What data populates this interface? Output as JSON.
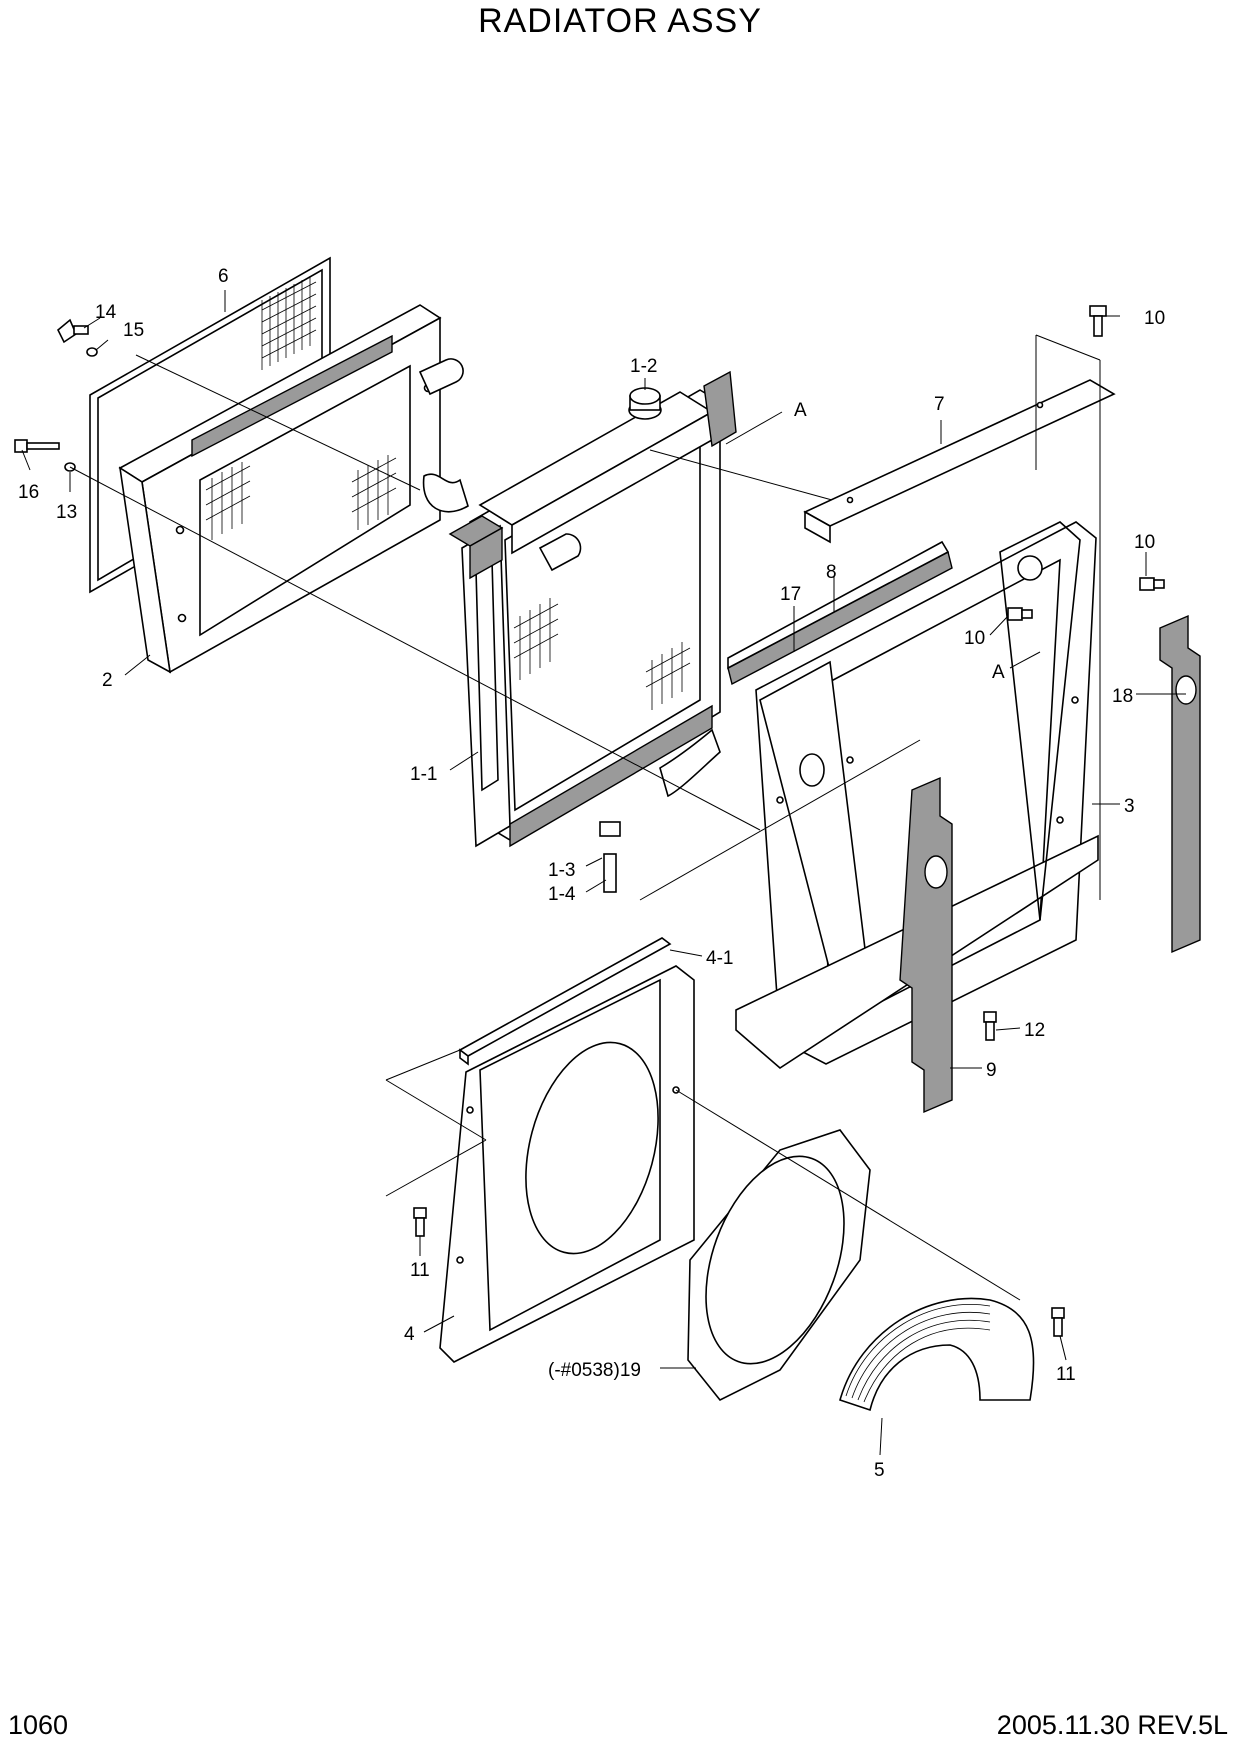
{
  "title": "RADIATOR ASSY",
  "page_number": "1060",
  "revision": "2005.11.30  REV.5L",
  "callouts": [
    {
      "id": "c6",
      "text": "6"
    },
    {
      "id": "c14",
      "text": "14"
    },
    {
      "id": "c15",
      "text": "15"
    },
    {
      "id": "c16",
      "text": "16"
    },
    {
      "id": "c13",
      "text": "13"
    },
    {
      "id": "c2",
      "text": "2"
    },
    {
      "id": "c1-2",
      "text": "1-2"
    },
    {
      "id": "cA1",
      "text": "A"
    },
    {
      "id": "c1-1",
      "text": "1-1"
    },
    {
      "id": "c1-3",
      "text": "1-3"
    },
    {
      "id": "c1-4",
      "text": "1-4"
    },
    {
      "id": "c10a",
      "text": "10"
    },
    {
      "id": "c7",
      "text": "7"
    },
    {
      "id": "c10b",
      "text": "10"
    },
    {
      "id": "c8",
      "text": "8"
    },
    {
      "id": "c17",
      "text": "17"
    },
    {
      "id": "c10c",
      "text": "10"
    },
    {
      "id": "cA2",
      "text": "A"
    },
    {
      "id": "c18",
      "text": "18"
    },
    {
      "id": "c3",
      "text": "3"
    },
    {
      "id": "c4-1",
      "text": "4-1"
    },
    {
      "id": "c12",
      "text": "12"
    },
    {
      "id": "c9",
      "text": "9"
    },
    {
      "id": "c11a",
      "text": "11"
    },
    {
      "id": "c4",
      "text": "4"
    },
    {
      "id": "c19",
      "text": "(-#0538)19"
    },
    {
      "id": "c11b",
      "text": "11"
    },
    {
      "id": "c5",
      "text": "5"
    }
  ]
}
